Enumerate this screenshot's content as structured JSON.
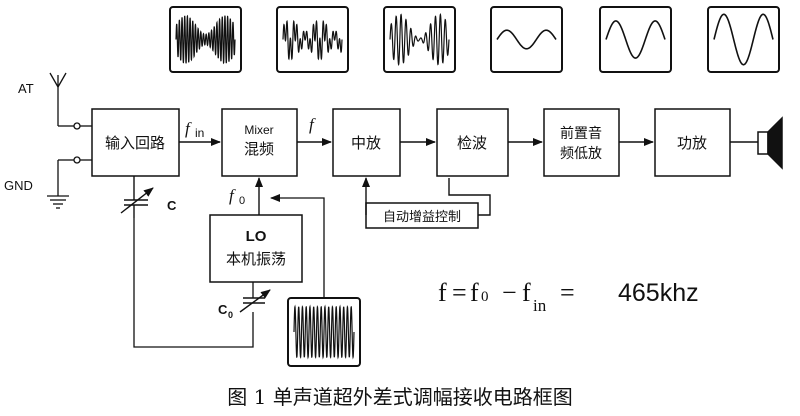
{
  "antenna": {
    "label": "AT"
  },
  "ground": {
    "label": "GND"
  },
  "blocks": {
    "input": "输入回路",
    "mixer_en": "Mixer",
    "mixer_cn": "混频",
    "if_amp": "中放",
    "detector": "检波",
    "preamp_line1": "前置音",
    "preamp_line2": "频低放",
    "power_amp": "功放",
    "lo_en": "LO",
    "lo_cn": "本机振荡",
    "agc": "自动增益控制"
  },
  "signals": {
    "fin_main": "f",
    "fin_sub": "in",
    "f": "f",
    "f0_main": "f",
    "f0_sub": "0"
  },
  "capacitors": {
    "c": "C",
    "c0_main": "C",
    "c0_sub": "0"
  },
  "equation": {
    "lhs": "f",
    "eq1": "=",
    "f0_main": "f",
    "f0_sub": "0",
    "minus": "−",
    "fin_main": "f",
    "fin_sub": "in",
    "eq2": "=",
    "value": "465khz"
  },
  "caption": "图 1   单声道超外差式调幅接收电路框图"
}
